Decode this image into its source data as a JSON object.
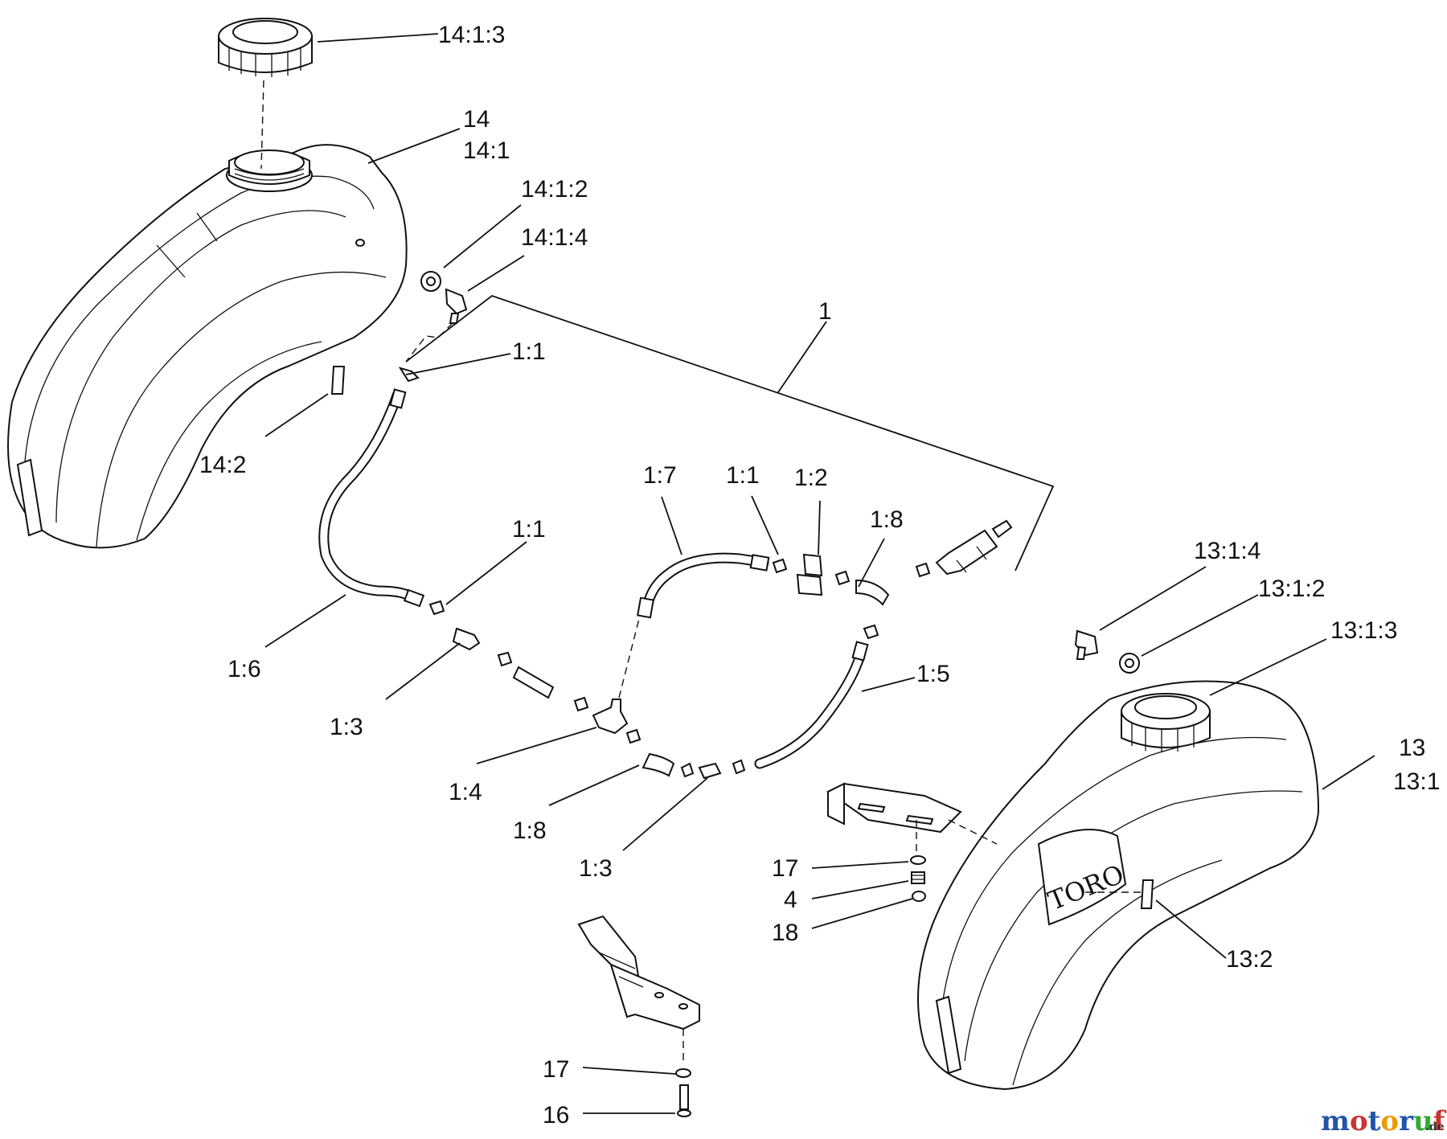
{
  "labels": {
    "cap_top": "14:1:3",
    "tank_left_a": "14",
    "tank_left_b": "14:1",
    "grommet_left": "14:1:2",
    "elbow_left": "14:1:4",
    "kit": "1",
    "clamp_top": "1:1",
    "pin_left": "14:2",
    "hose_upper": "1:7",
    "clamp_mid": "1:1",
    "valve": "1:2",
    "elbow_upper": "1:8",
    "clamp_left": "1:1",
    "hose_long": "1:6",
    "elbow_right": "13:1:4",
    "grommet_right": "13:1:2",
    "cap_right": "13:1:3",
    "hose_right": "1:5",
    "fitting_a": "1:3",
    "tee": "1:4",
    "elbow_lower": "1:8",
    "fitting_b": "1:3",
    "tank_right_a": "13",
    "tank_right_b": "13:1",
    "washer_a": "17",
    "spring": "4",
    "nut": "18",
    "pin_right": "13:2",
    "washer_b": "17",
    "bolt": "16"
  },
  "brand_logo": "TORO",
  "watermark": {
    "main": "motoruf",
    "suffix": ".de",
    "colors": [
      "#2255aa",
      "#cc3333",
      "#2255aa",
      "#ee9900",
      "#2255aa",
      "#33aa33",
      "#cc3333"
    ]
  },
  "colors": {
    "line": "#111111",
    "background": "#ffffff"
  }
}
